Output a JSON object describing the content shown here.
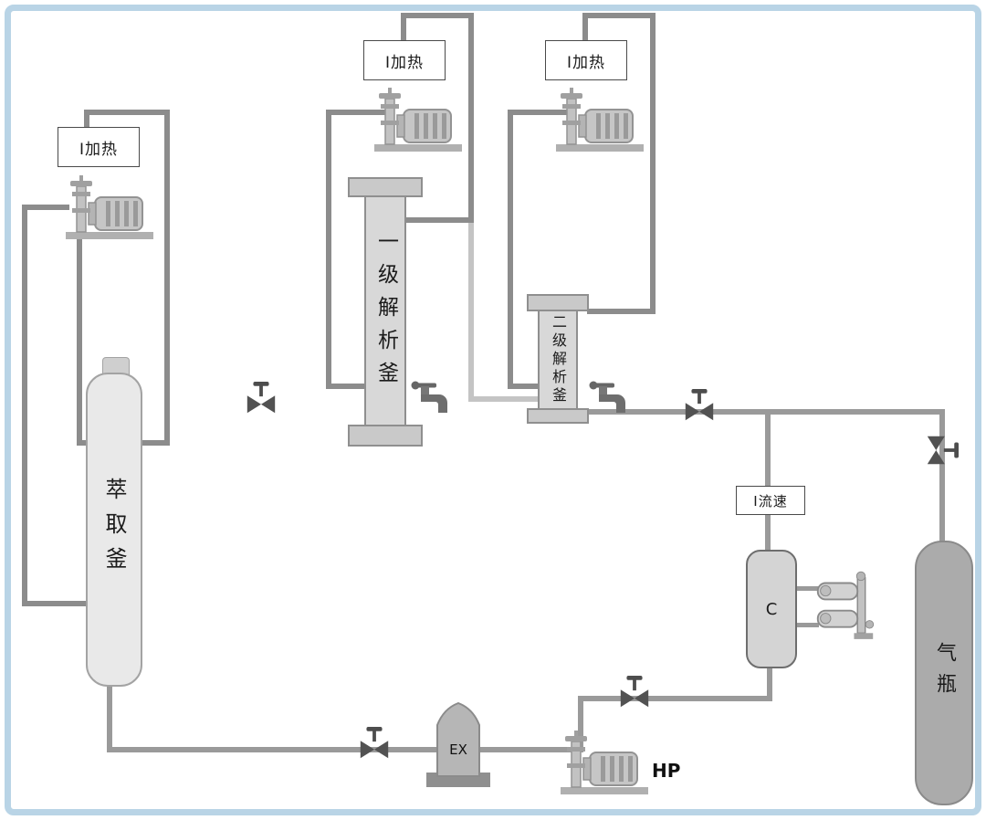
{
  "diagram": {
    "type": "process-flow-diagram",
    "subject": "supercritical-fluid-extraction-system"
  },
  "equipment": {
    "extraction_vessel": {
      "label": "萃取釜"
    },
    "separator_primary": {
      "label": "一级解析釜"
    },
    "separator_secondary": {
      "label": "二级解析釜"
    },
    "gas_cylinder": {
      "label": "气瓶"
    },
    "condenser": {
      "label": "C"
    },
    "expander": {
      "label": "EX"
    },
    "high_pressure_pump": {
      "label": "HP"
    }
  },
  "instrument_boxes": {
    "heater_left": "Ⅰ加热",
    "heater_middle": "Ⅰ加热",
    "heater_right": "Ⅰ加热",
    "flow_meter": "Ⅰ流速"
  },
  "icons": {
    "valve": "valve-icon",
    "faucet": "faucet-icon",
    "pump": "pump-icon",
    "compressor": "compressor-icon"
  },
  "colors": {
    "frame": "#b9d4e6",
    "pipe": "#9a9a9a",
    "pipe_dark": "#8c8c8c",
    "pipe_light": "#c4c4c4",
    "vessel_fill": "#e9e9e9",
    "column_fill": "#d8d8d8",
    "cylinder_fill": "#ababab",
    "hardware_dark": "#4d4d4d"
  }
}
